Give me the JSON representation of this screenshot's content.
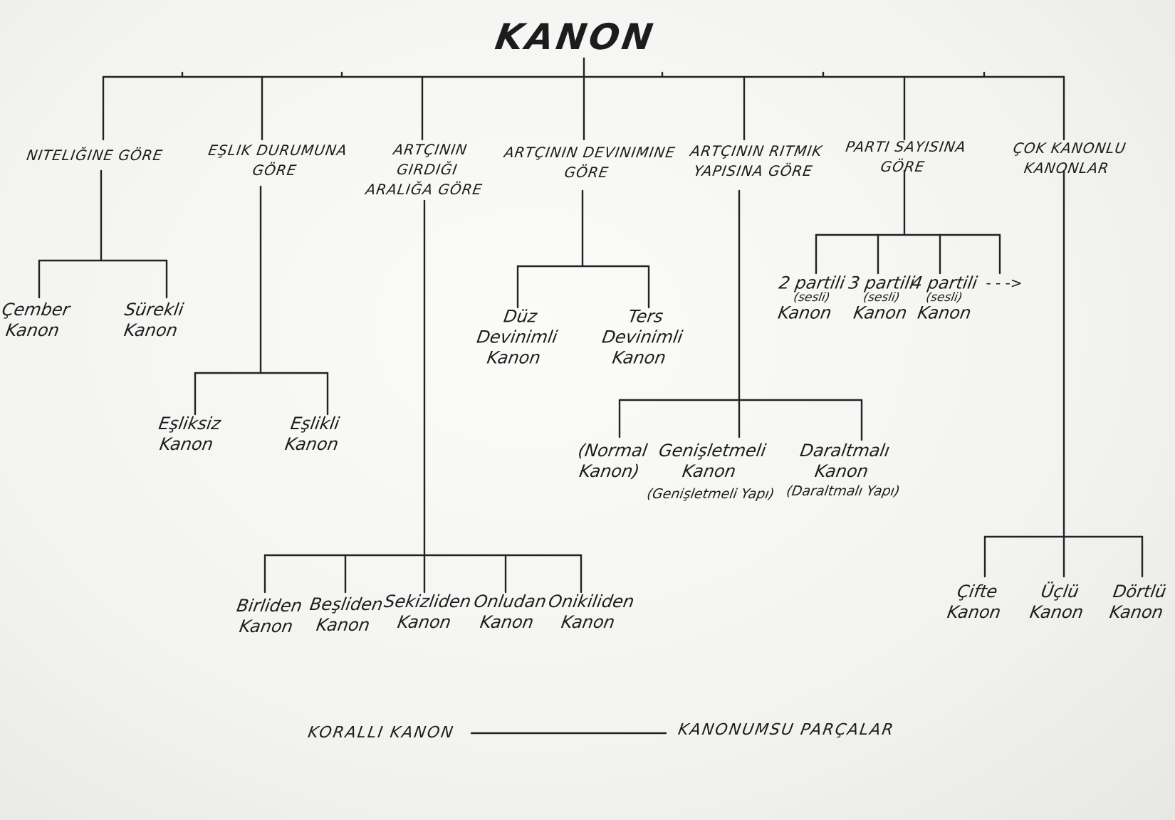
{
  "title": "KANON",
  "categories": [
    {
      "label": "NITELIĞINE GÖRE"
    },
    {
      "label": "EŞLIK DURUMUNA\nGÖRE"
    },
    {
      "label": "ARTÇININ\nGIRDIĞI\nARALIĞA GÖRE"
    },
    {
      "label": "ARTÇININ DEVINIMINE\nGÖRE"
    },
    {
      "label": "ARTÇININ RITMIK\nYAPISINA GÖRE"
    },
    {
      "label": "PARTI SAYISINA\nGÖRE"
    },
    {
      "label": "ÇOK KANONLU\nKANONLAR"
    }
  ],
  "leaves": {
    "niteligine": [
      "Çember\nKanon",
      "Sürekli\nKanon"
    ],
    "eslik": [
      "Eşliksiz\nKanon",
      "Eşlikli\nKanon"
    ],
    "aralik": [
      "Birliden\nKanon",
      "Beşliden\nKanon",
      "Sekizliden\nKanon",
      "Onludan\nKanon",
      "Onikiliden\nKanon"
    ],
    "devinim": [
      "Düz\nDevinimli\nKanon",
      "Ters\nDevinimli\nKanon"
    ],
    "ritmik": [
      {
        "name": "(Normal\nKanon)",
        "sub": ""
      },
      {
        "name": "Genişletmeli\nKanon",
        "sub": "(Genişletmeli Yapı)"
      },
      {
        "name": "Daraltmalı\nKanon",
        "sub": "(Daraltmalı Yapı)"
      }
    ],
    "parti": [
      {
        "top": "2 partili",
        "mid": "(sesli)",
        "bot": "Kanon"
      },
      {
        "top": "3 partili",
        "mid": "(sesli)",
        "bot": "Kanon"
      },
      {
        "top": "4 partili",
        "mid": "(sesli)",
        "bot": "Kanon"
      }
    ],
    "parti_more": "- - ->",
    "cok": [
      "Çifte\nKanon",
      "Üçlü\nKanon",
      "Dörtlü\nKanon"
    ]
  },
  "footer": {
    "left": "KORALLI KANON",
    "right": "KANONUMSU PARÇALAR"
  }
}
